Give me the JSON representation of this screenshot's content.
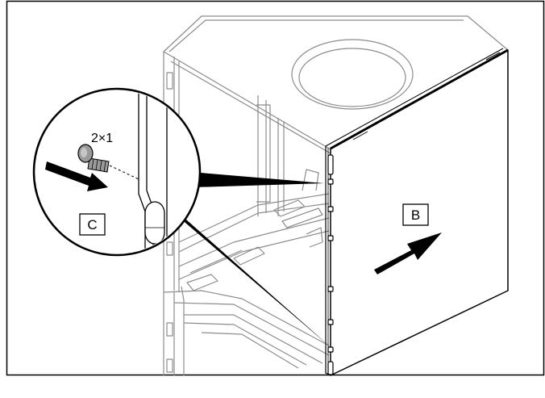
{
  "labels": {
    "panel": "B",
    "detail": "C",
    "quantity": "2×1"
  },
  "colors": {
    "line": "#8c8c8c",
    "dark": "#000000",
    "panel_fill": "#ffffff",
    "screw": "#9a9a9a"
  },
  "icons": {
    "arrow_b": "arrow-right-icon",
    "arrow_c": "arrow-right-icon",
    "screw": "screw-icon"
  }
}
